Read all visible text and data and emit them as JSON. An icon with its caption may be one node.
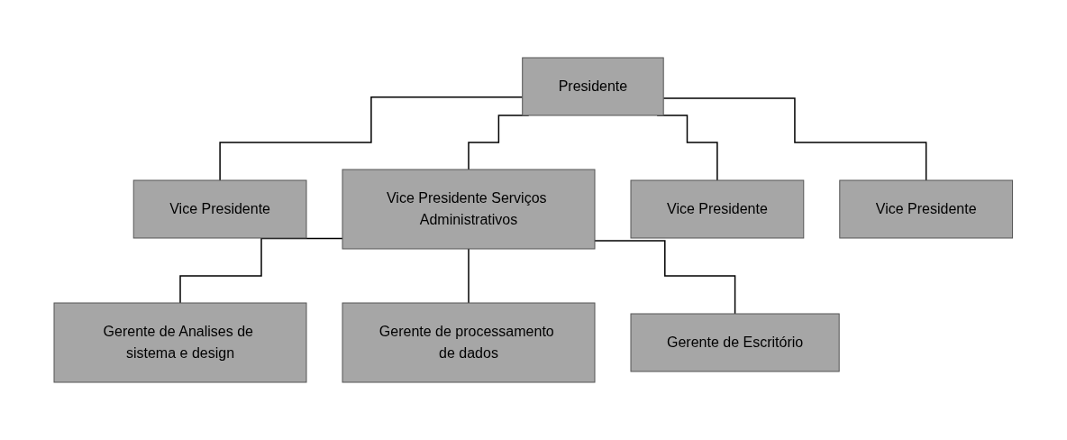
{
  "diagram": {
    "nodes": [
      {
        "text": [
          "Presidente"
        ]
      },
      {
        "text": [
          "Vice Presidente"
        ]
      },
      {
        "text": [
          "Vice Presidente Serviços Administrativos"
        ]
      },
      {
        "text": [
          "Vice Presidente"
        ]
      },
      {
        "text": [
          "Vice Presidente"
        ]
      },
      {
        "text": [
          "Gerente de Analises de sistema e design"
        ]
      },
      {
        "text": [
          "Gerente de processamento de dados"
        ]
      },
      {
        "text": [
          "Gerente de Escritório"
        ]
      }
    ],
    "edges": [
      {
        "from": 0,
        "to": 1,
        "arrow": "none"
      },
      {
        "from": 0,
        "to": 2,
        "arrow": "none"
      },
      {
        "from": 0,
        "to": 3,
        "arrow": "none"
      },
      {
        "from": 0,
        "to": 4,
        "arrow": "none"
      },
      {
        "from": 2,
        "to": 5,
        "arrow": "none"
      },
      {
        "from": 2,
        "to": 6,
        "arrow": "none"
      },
      {
        "from": 2,
        "to": 7,
        "arrow": "none"
      }
    ]
  }
}
